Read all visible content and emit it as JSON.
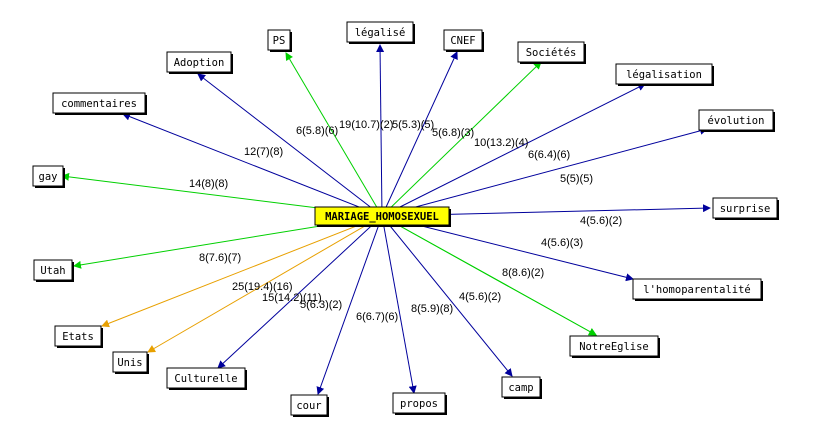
{
  "center": {
    "label": "MARIAGE_HOMOSEXUEL",
    "fill": "#ffff00"
  },
  "colors": {
    "blue": "#00009c",
    "green": "#00d000",
    "orange": "#e8a000"
  },
  "nodes": [
    {
      "id": "ps",
      "label": "PS",
      "color": "green",
      "edge_label": "6(5.8)(6)"
    },
    {
      "id": "legalise",
      "label": "légalisé",
      "color": "blue",
      "edge_label": "19(10.7)(2)"
    },
    {
      "id": "cnef",
      "label": "CNEF",
      "color": "blue",
      "edge_label": "5(5.3)(5)"
    },
    {
      "id": "societes",
      "label": "Sociétés",
      "color": "green",
      "edge_label": "5(6.8)(3)"
    },
    {
      "id": "adoption",
      "label": "Adoption",
      "color": "blue",
      "edge_label": ""
    },
    {
      "id": "legalisation",
      "label": "légalisation",
      "color": "blue",
      "edge_label": "10(13.2)(4)"
    },
    {
      "id": "commentaires",
      "label": "commentaires",
      "color": "blue",
      "edge_label": "12(7)(8)"
    },
    {
      "id": "evolution",
      "label": "évolution",
      "color": "blue",
      "edge_label": "6(6.4)(6)"
    },
    {
      "id": "gay",
      "label": "gay",
      "color": "green",
      "edge_label": "14(8)(8)"
    },
    {
      "id": "surprise",
      "label": "surprise",
      "color": "blue",
      "edge_label": "5(5)(5)"
    },
    {
      "id": "homoparentalite",
      "label": "l'homoparentalité",
      "color": "blue",
      "edge_label": "4(5.6)(2)"
    },
    {
      "id": "utah",
      "label": "Utah",
      "color": "green",
      "edge_label": "8(7.6)(7)"
    },
    {
      "id": "notreeglise",
      "label": "NotreEglise",
      "color": "green",
      "edge_label": "4(5.6)(3)"
    },
    {
      "id": "etats",
      "label": "Etats",
      "color": "orange",
      "edge_label": "25(19.4)(16)"
    },
    {
      "id": "unis",
      "label": "Unis",
      "color": "orange",
      "edge_label": "15(14.2)(11)"
    },
    {
      "id": "culturelle",
      "label": "Culturelle",
      "color": "blue",
      "edge_label": "5(6.3)(2)"
    },
    {
      "id": "cour",
      "label": "cour",
      "color": "blue",
      "edge_label": "6(6.7)(6)"
    },
    {
      "id": "propos",
      "label": "propos",
      "color": "blue",
      "edge_label": "8(5.9)(8)"
    },
    {
      "id": "camp",
      "label": "camp",
      "color": "blue",
      "edge_label": "4(5.6)(2)"
    },
    {
      "id": "homoparentalite_b",
      "label": "",
      "color": "green",
      "edge_label": "8(8.6)(2)"
    }
  ]
}
